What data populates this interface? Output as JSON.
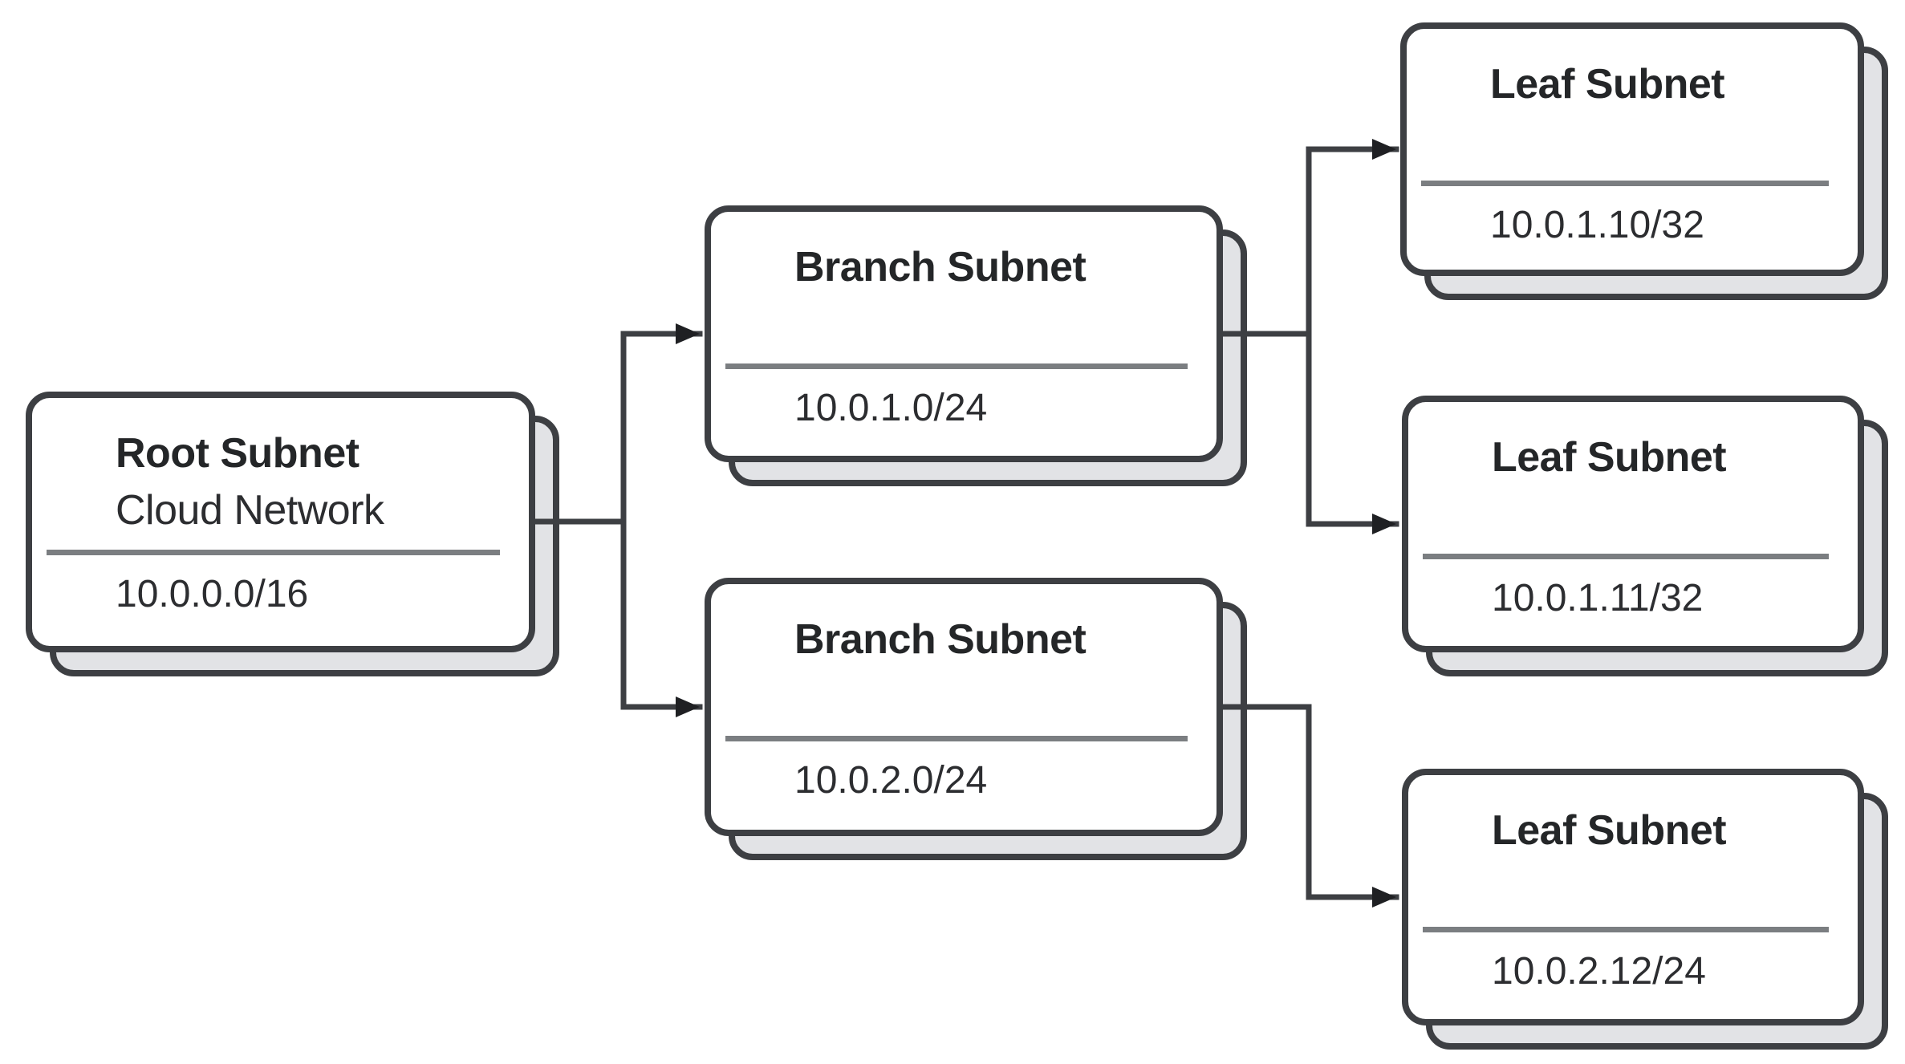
{
  "diagram": {
    "type": "network-subnet-hierarchy",
    "background": "#ffffff",
    "colors": {
      "card-border": "#3d3f43",
      "card-fill": "#ffffff",
      "shadow-fill": "#e2e3e6",
      "divider": "#7b7e81",
      "line": "#3d3f43",
      "arrow": "#1f2023",
      "title-text": "#242628",
      "body-text": "#2c2d30"
    },
    "nodes": [
      {
        "id": "root",
        "title": "Root Subnet",
        "subtitle": "Cloud Network",
        "cidr": "10.0.0.0/16"
      },
      {
        "id": "branch-1",
        "title": "Branch Subnet",
        "cidr": "10.0.1.0/24"
      },
      {
        "id": "branch-2",
        "title": "Branch Subnet",
        "cidr": "10.0.2.0/24"
      },
      {
        "id": "leaf-1",
        "title": "Leaf Subnet",
        "cidr": "10.0.1.10/32"
      },
      {
        "id": "leaf-2",
        "title": "Leaf Subnet",
        "cidr": "10.0.1.11/32"
      },
      {
        "id": "leaf-3",
        "title": "Leaf Subnet",
        "cidr": "10.0.2.12/24"
      }
    ],
    "edges": [
      {
        "from": "root",
        "to": "branch-1"
      },
      {
        "from": "root",
        "to": "branch-2"
      },
      {
        "from": "branch-1",
        "to": "leaf-1"
      },
      {
        "from": "branch-1",
        "to": "leaf-2"
      },
      {
        "from": "branch-2",
        "to": "leaf-3"
      }
    ]
  }
}
